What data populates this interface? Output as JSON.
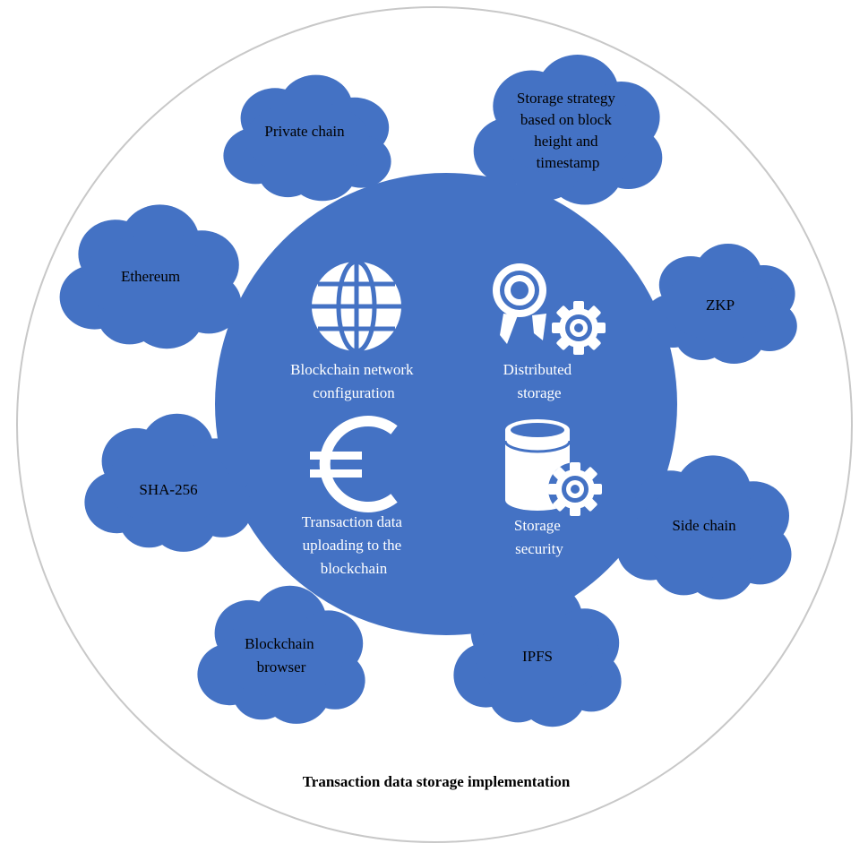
{
  "caption": "Transaction data storage implementation",
  "colors": {
    "accent": "#4472C4",
    "outline": "#c8c8c8",
    "icon": "#ffffff",
    "text_on_accent": "#ffffff",
    "text": "#000000"
  },
  "core_items": [
    {
      "icon": "globe-icon",
      "lines": [
        "Blockchain network",
        "configuration"
      ]
    },
    {
      "icon": "award-ribbon-gear-icon",
      "lines": [
        "Distributed",
        "storage"
      ]
    },
    {
      "icon": "euro-icon",
      "lines": [
        "Transaction data",
        "uploading to the",
        "blockchain"
      ]
    },
    {
      "icon": "database-gear-icon",
      "lines": [
        "Storage",
        "security"
      ]
    }
  ],
  "clouds": [
    {
      "id": "private-chain",
      "lines": [
        "Private chain"
      ]
    },
    {
      "id": "storage-strategy",
      "lines": [
        "Storage strategy",
        "based on block",
        "height and",
        "timestamp"
      ]
    },
    {
      "id": "ethereum",
      "lines": [
        "Ethereum"
      ]
    },
    {
      "id": "zkp",
      "lines": [
        "ZKP"
      ]
    },
    {
      "id": "sha-256",
      "lines": [
        "SHA-256"
      ]
    },
    {
      "id": "side-chain",
      "lines": [
        "Side chain"
      ]
    },
    {
      "id": "blockchain-browser",
      "lines": [
        "Blockchain",
        "browser"
      ]
    },
    {
      "id": "ipfs",
      "lines": [
        "IPFS"
      ]
    }
  ]
}
